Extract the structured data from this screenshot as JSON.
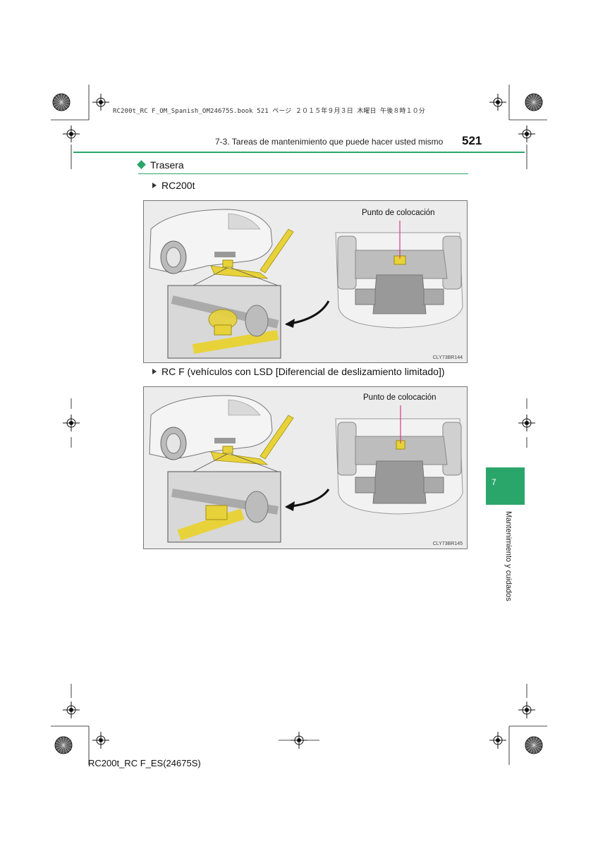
{
  "print_info": "RC200t_RC F_OM_Spanish_OM24675S.book  521 ページ  ２０１５年９月３日  木曜日  午後８時１０分",
  "header": {
    "section": "7-3. Tareas de mantenimiento que puede hacer usted mismo",
    "page_number": "521"
  },
  "subsection": "Trasera",
  "figures": [
    {
      "label": "RC200t",
      "callout": "Punto de colocación",
      "code": "CLY73BR144"
    },
    {
      "label": "RC F (vehículos con LSD [Diferencial de deslizamiento limitado])",
      "callout": "Punto de colocación",
      "code": "CLY73BR145"
    }
  ],
  "side_tab": {
    "number": "7",
    "title": "Mantenimiento y cuidados"
  },
  "footer": "RC200t_RC F_ES(24675S)",
  "colors": {
    "accent": "#2aa66a",
    "jack": "#e8d23a"
  }
}
